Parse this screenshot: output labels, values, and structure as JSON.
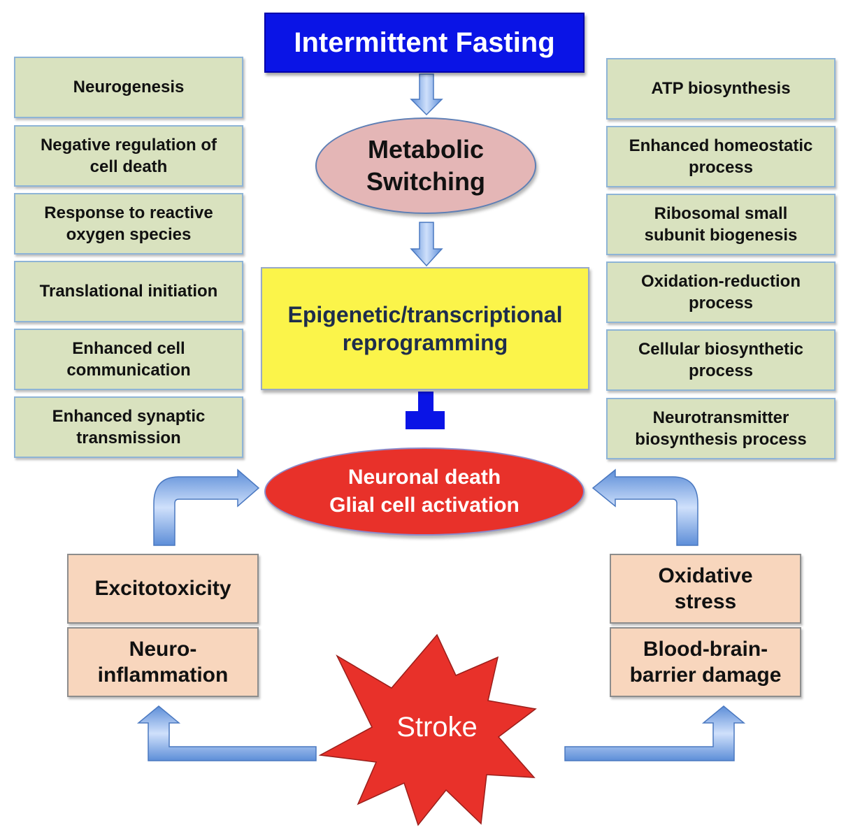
{
  "title": "Intermittent Fasting",
  "metabolic": [
    "Metabolic",
    "Switching"
  ],
  "epigenetic": [
    "Epigenetic/transcriptional",
    "reprogramming"
  ],
  "outcome": [
    "Neuronal death",
    "Glial cell activation"
  ],
  "stroke": "Stroke",
  "left_processes": [
    [
      "Neurogenesis"
    ],
    [
      "Negative regulation of",
      "cell death"
    ],
    [
      "Response to reactive",
      "oxygen species"
    ],
    [
      "Translational initiation"
    ],
    [
      "Enhanced cell",
      "communication"
    ],
    [
      "Enhanced synaptic",
      "transmission"
    ]
  ],
  "right_processes": [
    [
      "ATP biosynthesis"
    ],
    [
      "Enhanced homeostatic",
      "process"
    ],
    [
      "Ribosomal small",
      "subunit biogenesis"
    ],
    [
      "Oxidation-reduction",
      "process"
    ],
    [
      "Cellular biosynthetic",
      "process"
    ],
    [
      "Neurotransmitter",
      "biosynthesis process"
    ]
  ],
  "stroke_effects_left": [
    [
      "Excitotoxicity"
    ],
    [
      "Neuro-",
      "inflammation"
    ]
  ],
  "stroke_effects_right": [
    [
      "Oxidative",
      "stress"
    ],
    [
      "Blood-brain-",
      "barrier damage"
    ]
  ],
  "colors": {
    "title_blue": "#0a14e6",
    "metabolic_pink": "#e4b6b6",
    "epigenetic_yellow": "#fbf44a",
    "outcome_red": "#e8312a",
    "process_green": "#d9e2bf",
    "effect_peach": "#f8d6bd",
    "arrow_blue": "#6f9fe0",
    "inhibitor_blue": "#0a14e6"
  }
}
